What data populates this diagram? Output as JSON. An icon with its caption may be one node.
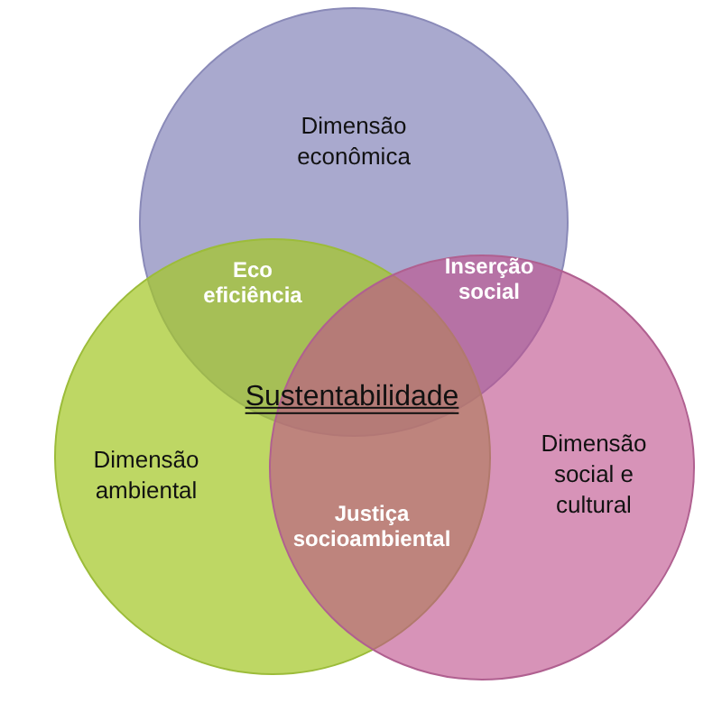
{
  "diagram": {
    "nodes": [
      {
        "text": [
          "Dimensão econômica"
        ]
      },
      {
        "text": [
          "Dimensão ambiental"
        ]
      },
      {
        "text": [
          "Dimensão social e cultural"
        ]
      }
    ],
    "labels": [
      "Eco eficiência",
      "Inserção social",
      "Sustentabilidade",
      "Justiça socioambiental"
    ]
  }
}
